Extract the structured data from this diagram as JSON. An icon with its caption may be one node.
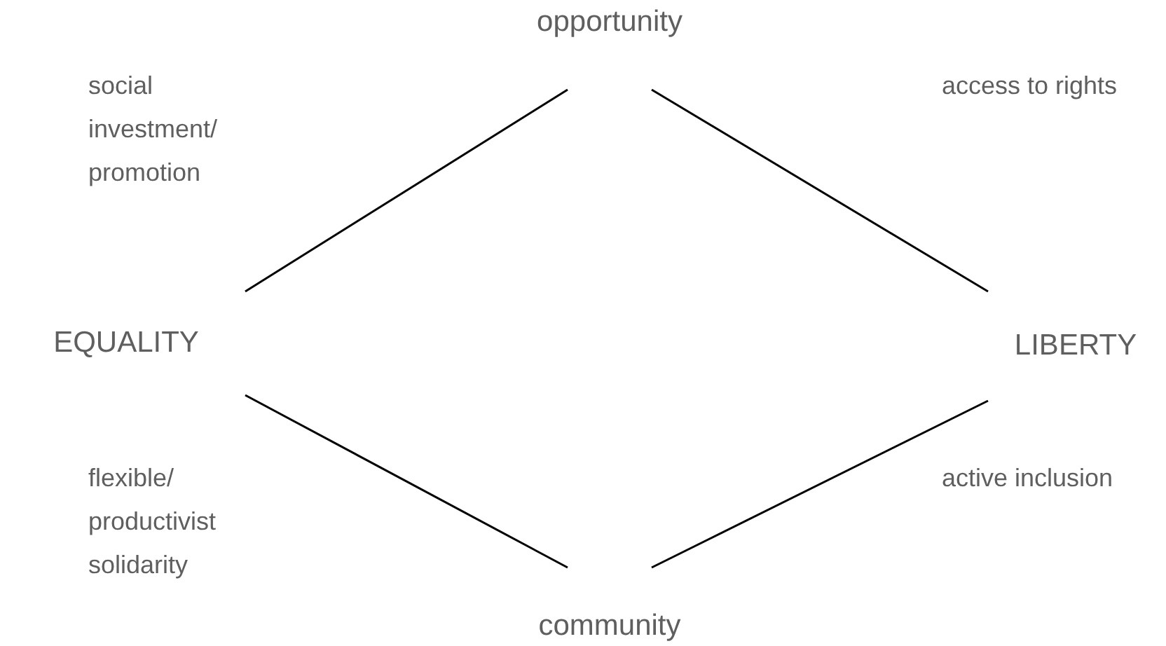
{
  "diagram": {
    "nodes": [
      {
        "text": [
          "opportunity"
        ]
      },
      {
        "text": [
          "EQUALITY"
        ]
      },
      {
        "text": [
          "LIBERTY"
        ]
      },
      {
        "text": [
          "community"
        ]
      }
    ],
    "edges": [
      {
        "from": 0,
        "to": 1,
        "arrow": "none"
      },
      {
        "from": 0,
        "to": 2,
        "arrow": "none"
      },
      {
        "from": 1,
        "to": 3,
        "arrow": "none"
      },
      {
        "from": 2,
        "to": 3,
        "arrow": "none"
      }
    ],
    "labels": [
      "social investment/ promotion",
      "access to rights",
      "flexible/ productivist solidarity",
      "active inclusion"
    ]
  }
}
